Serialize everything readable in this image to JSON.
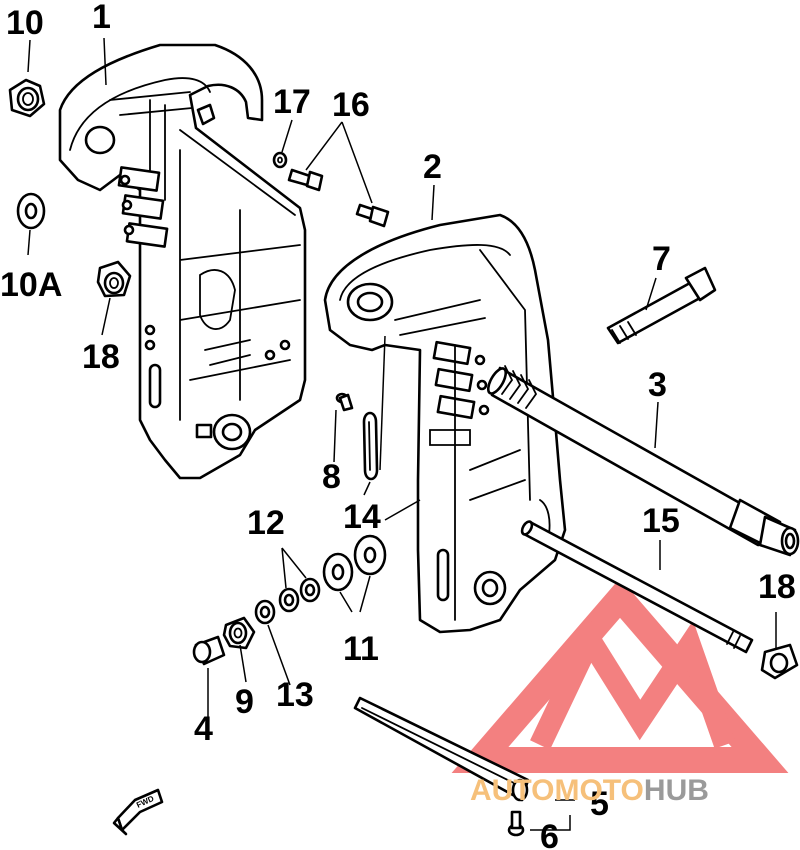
{
  "colors": {
    "line": "#000000",
    "watermark_red": "#f26a6a",
    "watermark_orange": "#f6c07a",
    "watermark_gray": "#9a9a9a"
  },
  "labels": {
    "l1": "1",
    "l2": "2",
    "l3": "3",
    "l4": "4",
    "l5": "5",
    "l6": "6",
    "l7": "7",
    "l8": "8",
    "l9": "9",
    "l10": "10",
    "l10a": "10A",
    "l11": "11",
    "l12": "12",
    "l13": "13",
    "l14": "14",
    "l15": "15",
    "l16": "16",
    "l17": "17",
    "l18a": "18",
    "l18b": "18"
  },
  "fwd_marker": {
    "text": "FWD",
    "icon": "arrow-fwd-icon"
  },
  "watermark": {
    "part1": "AUTO",
    "part2": "MOTO",
    "part3": "HUB",
    "logo_icon": "triangle-m-logo-icon"
  }
}
